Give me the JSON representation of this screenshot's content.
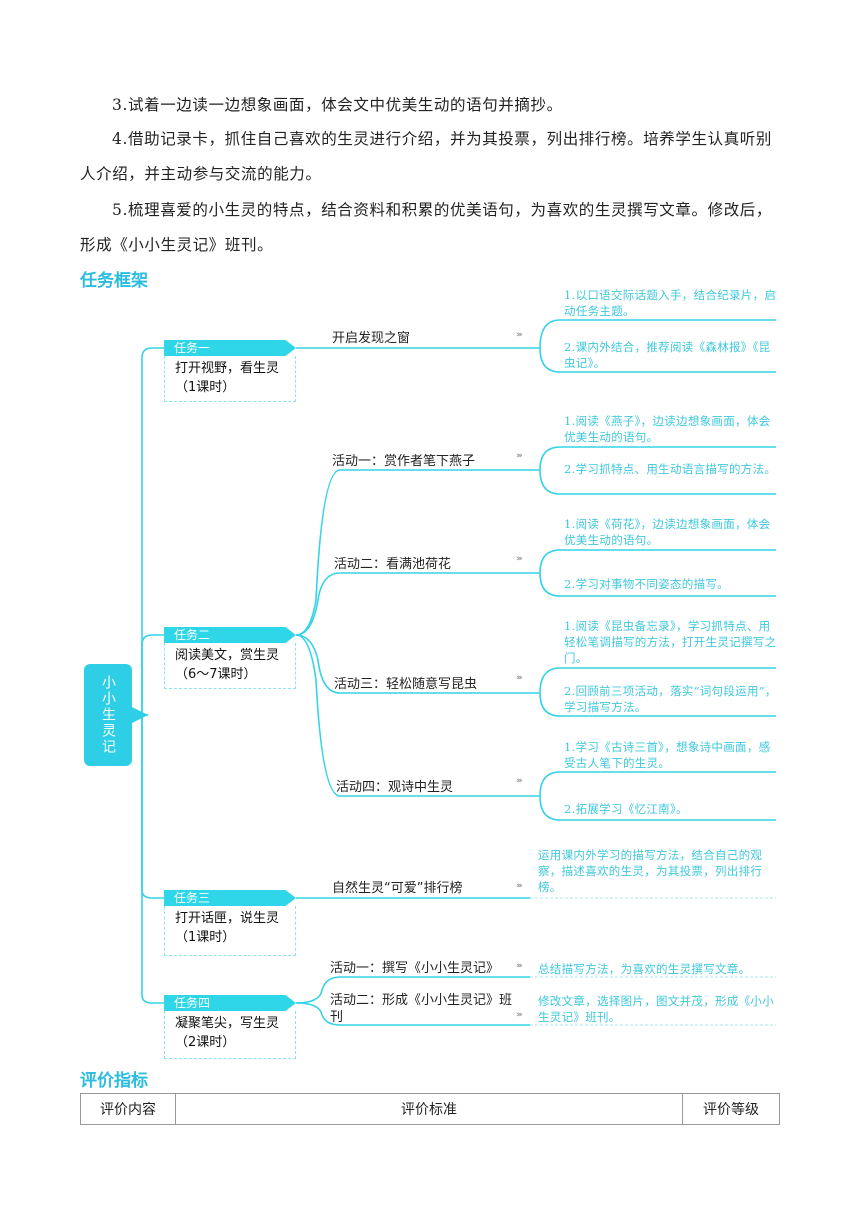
{
  "paragraphs": [
    "3.试着一边读一边想象画面，体会文中优美生动的语句并摘抄。",
    "4.借助记录卡，抓住自己喜欢的生灵进行介绍，并为其投票，列出排行榜。培养学生认真听别人介绍，并主动参与交流的能力。",
    "5.梳理喜爱的小生灵的特点，结合资料和积累的优美语句，为喜欢的生灵撰写文章。修改后，形成《小小生灵记》班刊。"
  ],
  "section_framework": "任务框架",
  "section_evaluation": "评价指标",
  "root_label": "小小生灵记",
  "tasks": [
    {
      "tag": "任务一",
      "title": "打开视野，看生灵",
      "hours": "（1课时）"
    },
    {
      "tag": "任务二",
      "title": "阅读美文，赏生灵",
      "hours": "（6～7课时）"
    },
    {
      "tag": "任务三",
      "title": "打开话匣，说生灵",
      "hours": "（1课时）"
    },
    {
      "tag": "任务四",
      "title": "凝聚笔尖，写生灵",
      "hours": "（2课时）"
    }
  ],
  "branches": [
    {
      "label": "开启发现之窗"
    },
    {
      "label": "活动一：赏作者笔下燕子"
    },
    {
      "label": "活动二：看满池荷花"
    },
    {
      "label": "活动三：轻松随意写昆虫"
    },
    {
      "label": "活动四：观诗中生灵"
    },
    {
      "label": "自然生灵“可爱”排行榜"
    },
    {
      "label": "活动一：撰写《小小生灵记》"
    },
    {
      "label": "活动二：形成《小小生灵记》班刊"
    }
  ],
  "notes": [
    "1.以口语交际话题入手，结合纪录片，启动任务主题。",
    "2.课内外结合，推荐阅读《森林报》《昆虫记》。",
    "1.阅读《燕子》，边读边想象画面，体会优美生动的语句。",
    "2.学习抓特点、用生动语言描写的方法。",
    "1.阅读《荷花》，边读边想象画面，体会优美生动的语句。",
    "2.学习对事物不同姿态的描写。",
    "1.阅读《昆虫备忘录》，学习抓特点、用轻松笔调描写的方法，打开生灵记撰写之门。",
    "2.回顾前三项活动，落实“词句段运用”，学习描写方法。",
    "1.学习《古诗三首》，想象诗中画面，感受古人笔下的生灵。",
    "2.拓展学习《忆江南》。",
    "运用课内外学习的描写方法，结合自己的观察，描述喜欢的生灵，为其投票，列出排行榜。",
    "总结描写方法，为喜欢的生灵撰写文章。",
    "修改文章，选择图片，图文并茂，形成《小小生灵记》班刊。"
  ],
  "table_headers": [
    "评价内容",
    "评价标准",
    "评价等级"
  ],
  "colors": {
    "accent": "#2bbde0",
    "line": "#35d3e6",
    "note": "#3fc8dc"
  }
}
